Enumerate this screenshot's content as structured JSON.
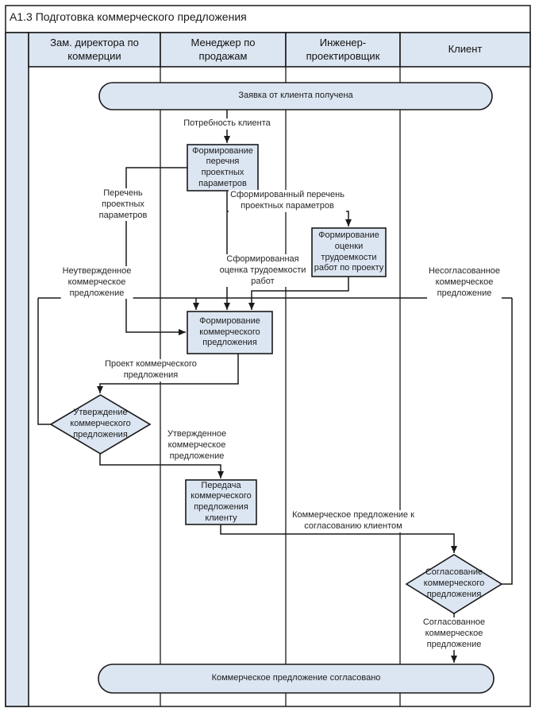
{
  "title": "A1.3 Подготовка коммерческого предложения",
  "lanes": [
    {
      "label": "Зам. директора по\nкоммерции"
    },
    {
      "label": "Менеджер по\nпродажам"
    },
    {
      "label": "Инженер-\nпроектировщик"
    },
    {
      "label": "Клиент"
    }
  ],
  "nodes": {
    "start": "Заявка от клиента получена",
    "form_params": "Формирование\nперечня\nпроектных\nпараметров",
    "form_estimate": "Формирование\nоценки\nтрудоемкости\nработ по проекту",
    "form_offer": "Формирование\nкоммерческого\nпредложения",
    "transfer_offer": "Передача\nкоммерческого\nпредложения\nклиенту",
    "approve_offer": "Утверждение\nкоммерческого\nпредложения",
    "agree_offer": "Согласование\nкоммерческого\nпредложения",
    "end": "Коммерческое предложение согласовано"
  },
  "edge_labels": {
    "client_need": "Потребность клиента",
    "params_list": "Перечень\nпроектных\nпараметров",
    "formed_params": "Сформированный перечень\nпроектных параметров",
    "formed_estimate": "Сформированная\nоценка трудоемкости\nработ",
    "unapproved_offer": "Неутвержденное\nкоммерческое\nпредложение",
    "not_agreed_offer": "Несогласованное\nкоммерческое\nпредложение",
    "draft_offer": "Проект коммерческого\nпредложения",
    "approved_offer": "Утвержденное\nкоммерческое\nпредложение",
    "offer_to_agreement": "Коммерческое предложение к\nсогласованию клиентом",
    "agreed_offer": "Согласованное\nкоммерческое\nпредложение"
  },
  "colors": {
    "node_fill": "#dce6f2",
    "header_fill": "#dce6f2",
    "line": "#1a1a1a",
    "background": "#ffffff"
  }
}
